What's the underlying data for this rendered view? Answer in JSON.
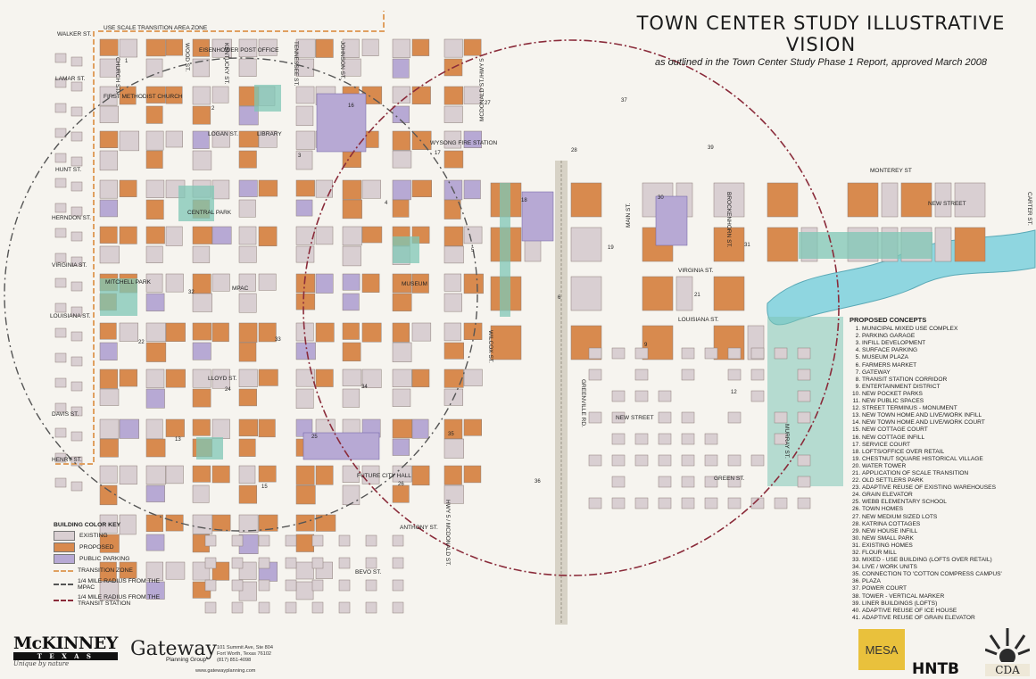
{
  "title": "TOWN CENTER STUDY ILLUSTRATIVE VISION",
  "subtitle": "as outlined in the Town Center Study Phase 1 Report, approved March 2008",
  "map": {
    "zone_label": "USE SCALE TRANSITION AREA ZONE",
    "streets_west": [
      "WALKER ST.",
      "LAMAR ST.",
      "HUNT ST.",
      "HERNDON ST.",
      "VIRGINIA ST.",
      "LOUISIANA ST.",
      "DAVIS ST.",
      "HENRY ST."
    ],
    "streets_east": [
      "MONTEREY ST",
      "VIRGINIA ST.",
      "LOUISIANA ST.",
      "NEW STREET",
      "GREEN ST.",
      "NEW STREET"
    ],
    "streets_south": [
      "ANTHONY ST.",
      "BEVO ST."
    ],
    "streets_inner": [
      "LOGAN ST.",
      "LLOYD ST."
    ],
    "streets_vertical": [
      "CHURCH ST.",
      "WOOD ST.",
      "KENTUCKY ST.",
      "TENNESSEE ST.",
      "JOHNSON ST.",
      "MCDONALD ST./HWY 5",
      "HWY 5 / MCDONALD ST.",
      "WILCOX ST.",
      "MAIN ST.",
      "GREENVILLE RD.",
      "BROCKENHORN ST.",
      "MURRAY ST.",
      "CARTER ST."
    ],
    "places": [
      "EISENHOWER POST OFFICE",
      "FIRST METHODIST CHURCH",
      "LIBRARY",
      "WYSONG FIRE STATION",
      "CENTRAL PARK",
      "MPAC",
      "MITCHELL PARK",
      "MUSEUM",
      "FUTURE CITY HALL"
    ],
    "numbers": [
      "1",
      "2",
      "3",
      "4",
      "5",
      "6",
      "9",
      "12",
      "13",
      "15",
      "16",
      "17",
      "18",
      "19",
      "21",
      "22",
      "24",
      "25",
      "26",
      "27",
      "28",
      "30",
      "31",
      "32",
      "33",
      "34",
      "35",
      "36",
      "37",
      "39"
    ]
  },
  "concepts": {
    "heading": "PROPOSED CONCEPTS",
    "items": [
      "MUNICIPAL MIXED USE COMPLEX",
      "PARKING GARAGE",
      "INFILL DEVELOPMENT",
      "SURFACE PARKING",
      "MUSEUM PLAZA",
      "FARMERS MARKET",
      "GATEWAY",
      "TRANSIT STATION CORRIDOR",
      "ENTERTAINMENT DISTRICT",
      "NEW POCKET PARKS",
      "NEW PUBLIC SPACES",
      "STREET TERMINUS - MONUMENT",
      "NEW TOWN HOME AND LIVE/WORK INFILL",
      "NEW TOWN HOME AND LIVE/WORK COURT",
      "NEW COTTAGE COURT",
      "NEW COTTAGE INFILL",
      "SERVICE COURT",
      "LOFTS/OFFICE OVER RETAIL",
      "CHESTNUT SQUARE HISTORICAL VILLAGE",
      "WATER TOWER",
      "APPLICATION OF SCALE TRANSITION",
      "OLD SETTLERS PARK",
      "ADAPTIVE REUSE OF EXISTING WAREHOUSES",
      "GRAIN ELEVATOR",
      "WEBB ELEMENTARY SCHOOL",
      "TOWN HOMES",
      "NEW MEDIUM SIZED LOTS",
      "KATRINA COTTAGES",
      "NEW HOUSE INFILL",
      "NEW SMALL PARK",
      "EXISTING HOMES",
      "FLOUR MILL",
      "MIXED - USE BUILDING (LOFTS OVER RETAIL)",
      "LIVE / WORK UNITS",
      "CONNECTION TO 'COTTON COMPRESS CAMPUS'",
      "PLAZA",
      "POWER COURT",
      "TOWER - VERTICAL MARKER",
      "LINER BUILDINGS (LOFTS)",
      "ADAPTIVE REUSE OF ICE HOUSE",
      "ADAPTIVE REUSE OF GRAIN ELEVATOR"
    ]
  },
  "key": {
    "heading": "BUILDING COLOR KEY",
    "items": [
      {
        "label": "EXISTING",
        "color": "#d9cfd2"
      },
      {
        "label": "PROPOSED",
        "color": "#d88a4e"
      },
      {
        "label": "PUBLIC PARKING",
        "color": "#b7a9d4"
      }
    ],
    "lines": [
      {
        "label": "TRANSITION ZONE",
        "color": "#e0a060"
      },
      {
        "label": "1/4 MILE RADIUS FROM THE MPAC",
        "color": "#555555"
      },
      {
        "label": "1/4 MILE RADIUS FROM THE TRANSIT STATION",
        "color": "#8a2b3a"
      }
    ]
  },
  "logos": {
    "mckinney": "McKINNEY",
    "texas": "T E X A S",
    "tagline": "Unique by nature",
    "gateway": "Gateway",
    "gateway_sub": "Planning Group",
    "gateway_addr1": "101 Summit Ave, Ste 804",
    "gateway_addr2": "Fort Worth, Texas 76102",
    "gateway_phone": "(817) 851-4098",
    "gateway_web": "www.gatewayplanning.com",
    "mesa": "MESA",
    "hntb": "HNTB",
    "cda": "CDA"
  },
  "colors": {
    "existing": "#d9cfd2",
    "proposed": "#d88a4e",
    "parking": "#b7a9d4",
    "green": "#7fc7b6",
    "creek": "#8fd6e0",
    "radius": "#8a2b3a"
  }
}
